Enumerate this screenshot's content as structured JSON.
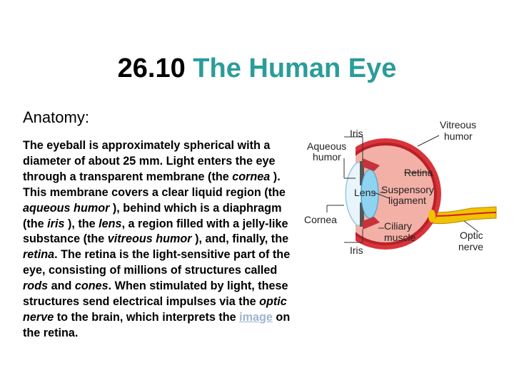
{
  "title": {
    "number": "26.10",
    "name": "The Human Eye"
  },
  "subtitle": "Anatomy:",
  "body": {
    "t1": "The eyeball is approximately spherical with a diameter of about 25 mm. Light enters the eye through a transparent membrane (the ",
    "cornea": "cornea",
    "t2": " ). This membrane covers a clear liquid region (the ",
    "aqueous_humor": "aqueous humor",
    "t3": " ), behind which is a diaphragm (the ",
    "iris": "iris",
    "t4": " ), the ",
    "lens": "lens",
    "t5": ", a region filled with a jelly-like substance (the ",
    "vitreous_humor": "vitreous humor",
    "t6": " ), and, finally, the ",
    "retina": "retina",
    "t7": ". The retina is the light-sensitive part of the eye, consisting of millions of structures called ",
    "rods": "rods",
    "t8": " and ",
    "cones": "cones",
    "t9": ". When stimulated by light, these structures send electrical impulses via the ",
    "optic_nerve": "optic nerve",
    "t10": " to the brain, which interprets the ",
    "image_link": "image",
    "t11": " on the retina."
  },
  "diagram": {
    "iris_top": "Iris",
    "vitreous_1": "Vitreous",
    "vitreous_2": "humor",
    "aqueous_1": "Aqueous",
    "aqueous_2": "humor",
    "retina": "Retina",
    "lens": "Lens",
    "suspensory_1": "Suspensory",
    "suspensory_2": "ligament",
    "cornea": "Cornea",
    "ciliary_1": "Ciliary",
    "ciliary_2": "muscle",
    "optic_1": "Optic",
    "optic_2": "nerve",
    "iris_bottom": "Iris"
  },
  "colors": {
    "title_accent": "#2a9d9a",
    "link": "#9fb4d0",
    "eye_outer": "#d9343a",
    "eye_inner": "#f3b0a6",
    "lens": "#8fd3f0",
    "nerve": "#f2c200"
  }
}
